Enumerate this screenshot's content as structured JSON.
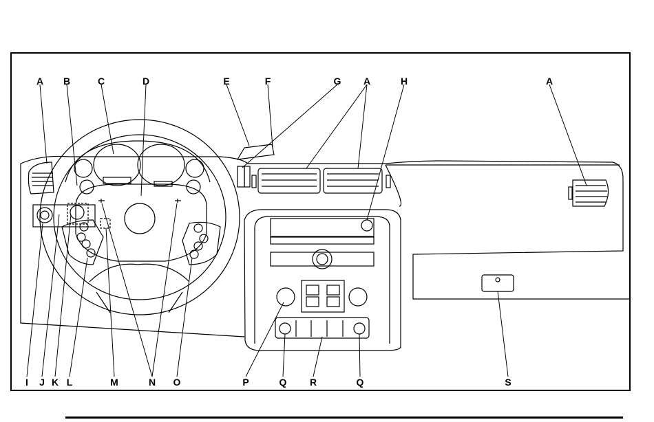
{
  "callouts_top": [
    "A",
    "B",
    "C",
    "D",
    "E",
    "F",
    "G",
    "A",
    "H",
    "A"
  ],
  "callouts_bottom": [
    "I",
    "J",
    "K",
    "L",
    "M",
    "N",
    "O",
    "P",
    "Q",
    "R",
    "Q",
    "S"
  ],
  "colors": {
    "line": "#000000",
    "background": "#ffffff"
  }
}
